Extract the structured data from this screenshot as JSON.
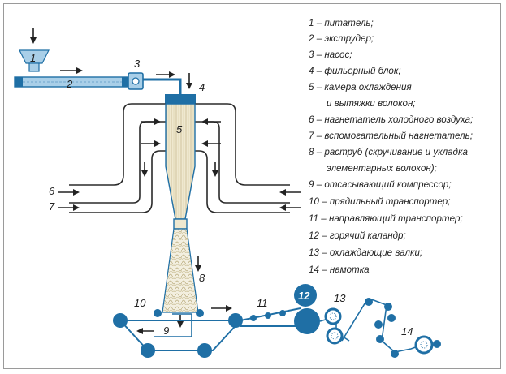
{
  "legend": [
    {
      "num": "1",
      "text": "питатель;"
    },
    {
      "num": "2",
      "text": "экструдер;"
    },
    {
      "num": "3",
      "text": "насос;"
    },
    {
      "num": "4",
      "text": "фильерный блок;"
    },
    {
      "num": "5",
      "text": "камера охлаждения",
      "text2": "и вытяжки волокон;"
    },
    {
      "num": "6",
      "text": "нагнетатель холодного воздуха;"
    },
    {
      "num": "7",
      "text": "вспомогательный нагнетатель;"
    },
    {
      "num": "8",
      "text": "раструб (скручивание и укладка",
      "text2": "элементарных волокон);"
    },
    {
      "num": "9",
      "text": "отсасывающий компрессор;"
    },
    {
      "num": "10",
      "text": "прядильный транспортер;"
    },
    {
      "num": "11",
      "text": "направляющий транспортер;"
    },
    {
      "num": "12",
      "text": "горячий каландр;"
    },
    {
      "num": "13",
      "text": "охлаждающие валки;"
    },
    {
      "num": "14",
      "text": "намотка"
    }
  ],
  "callouts": {
    "n1": "1",
    "n2": "2",
    "n3": "3",
    "n4": "4",
    "n5": "5",
    "n6": "6",
    "n7": "7",
    "n8": "8",
    "n9": "9",
    "n10": "10",
    "n11": "11",
    "n12": "12",
    "n13": "13",
    "n14": "14"
  },
  "legend_dash": "–",
  "colors": {
    "blue": "#1f6fa5",
    "light_blue": "#a9cfe8",
    "duct": "#2a2a2a",
    "chamber": "#ece4c8",
    "text": "#222222"
  }
}
